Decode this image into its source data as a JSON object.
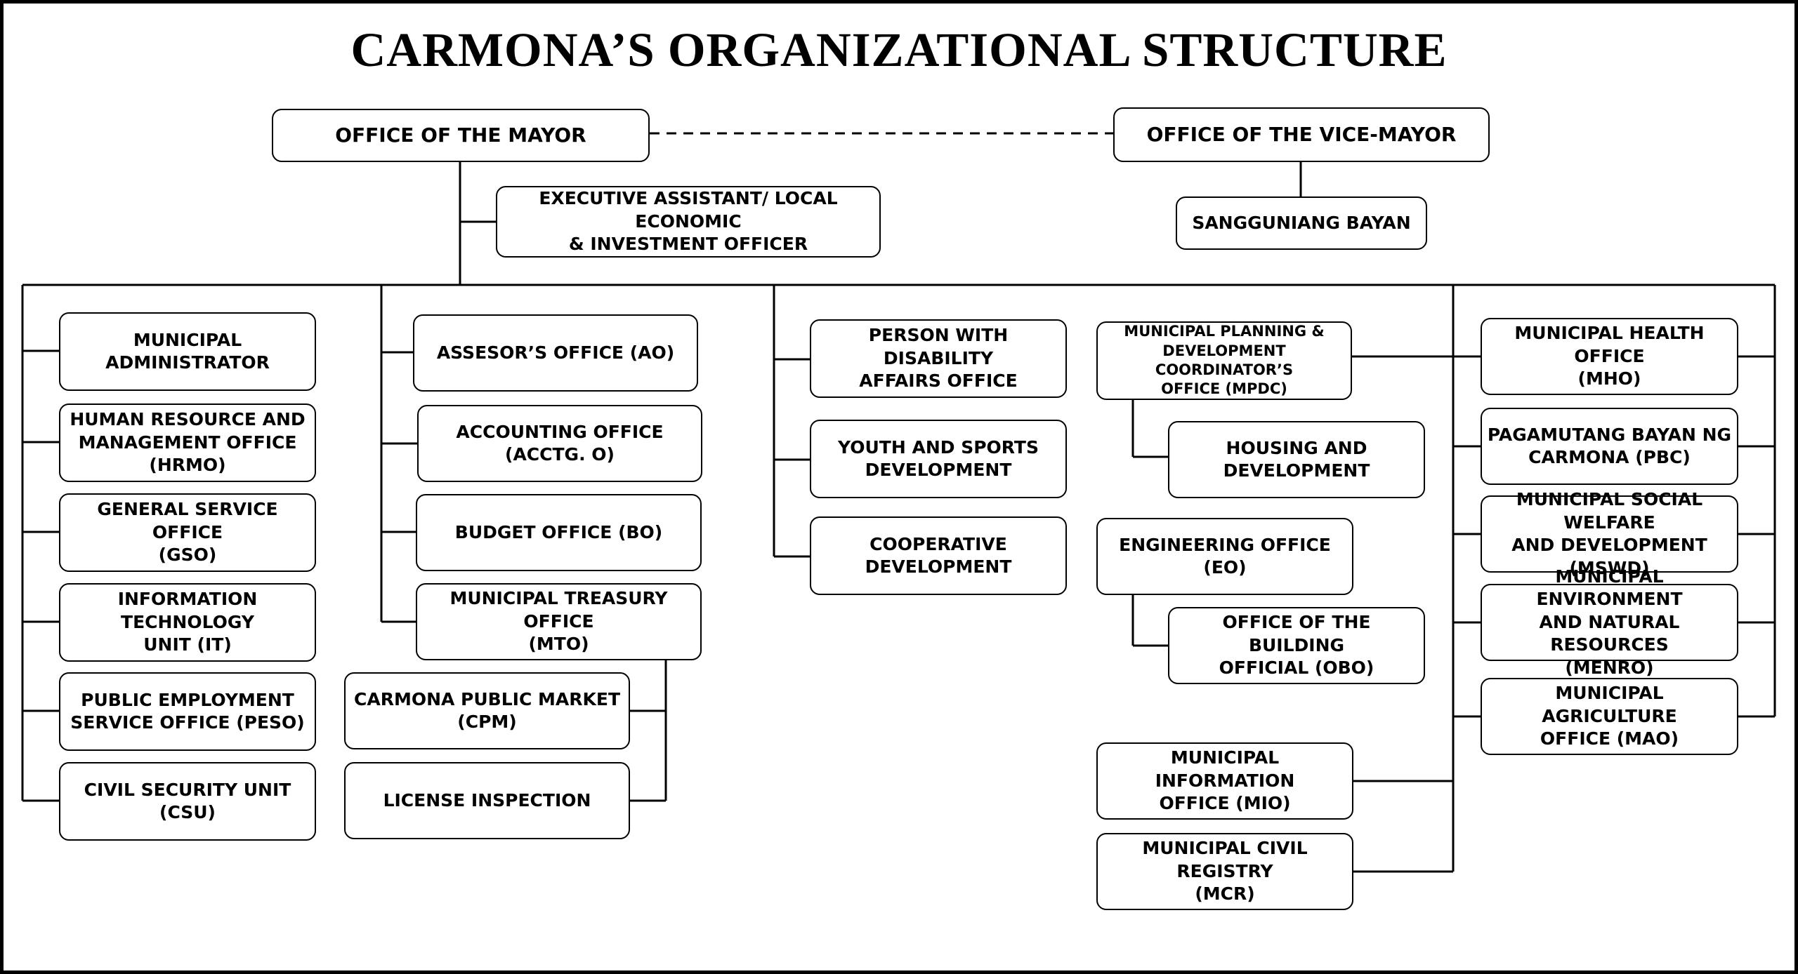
{
  "title": "CARMONA’S ORGANIZATIONAL STRUCTURE",
  "colors": {
    "line": "#000000",
    "background": "#ffffff"
  },
  "nodes": {
    "mayor": "OFFICE OF THE MAYOR",
    "vice_mayor": "OFFICE OF THE VICE-MAYOR",
    "executive_assistant": "EXECUTIVE ASSISTANT/ LOCAL ECONOMIC\n& INVESTMENT OFFICER",
    "sangguniang_bayan": "SANGGUNIANG BAYAN",
    "municipal_administrator": "MUNICIPAL ADMINISTRATOR",
    "hrmo": "HUMAN RESOURCE AND\nMANAGEMENT OFFICE\n(HRMO)",
    "gso": "GENERAL SERVICE OFFICE\n(GSO)",
    "it": "INFORMATION TECHNOLOGY\nUNIT (IT)",
    "peso": "PUBLIC EMPLOYMENT\nSERVICE OFFICE (PESO)",
    "csu": "CIVIL SECURITY UNIT (CSU)",
    "ao": "ASSESOR’S OFFICE (AO)",
    "acctg": "ACCOUNTING OFFICE (ACCTG. O)",
    "bo": "BUDGET OFFICE (BO)",
    "mto": "MUNICIPAL TREASURY OFFICE\n(MTO)",
    "cpm": "CARMONA PUBLIC MARKET\n(CPM)",
    "license": "LICENSE INSPECTION",
    "pwd": "PERSON WITH DISABILITY\nAFFAIRS OFFICE",
    "youth": "YOUTH AND SPORTS\nDEVELOPMENT",
    "coop": "COOPERATIVE DEVELOPMENT",
    "mpdc": "MUNICIPAL PLANNING &\nDEVELOPMENT COORDINATOR’S\nOFFICE (MPDC)",
    "housing": "HOUSING AND\nDEVELOPMENT",
    "eo": "ENGINEERING OFFICE (EO)",
    "obo": "OFFICE OF THE BUILDING\nOFFICIAL (OBO)",
    "mio": "MUNICIPAL INFORMATION\nOFFICE (MIO)",
    "mcr": "MUNICIPAL CIVIL REGISTRY\n(MCR)",
    "mho": "MUNICIPAL HEALTH OFFICE\n(MHO)",
    "pbc": "PAGAMUTANG BAYAN NG\nCARMONA (PBC)",
    "mswd": "MUNICIPAL SOCIAL WELFARE\nAND DEVELOPMENT (MSWD)",
    "menro": "MUNICIPAL ENVIRONMENT\nAND NATURAL RESOURCES\n(MENRO)",
    "mao": "MUNICIPAL AGRICULTURE\nOFFICE (MAO)"
  }
}
